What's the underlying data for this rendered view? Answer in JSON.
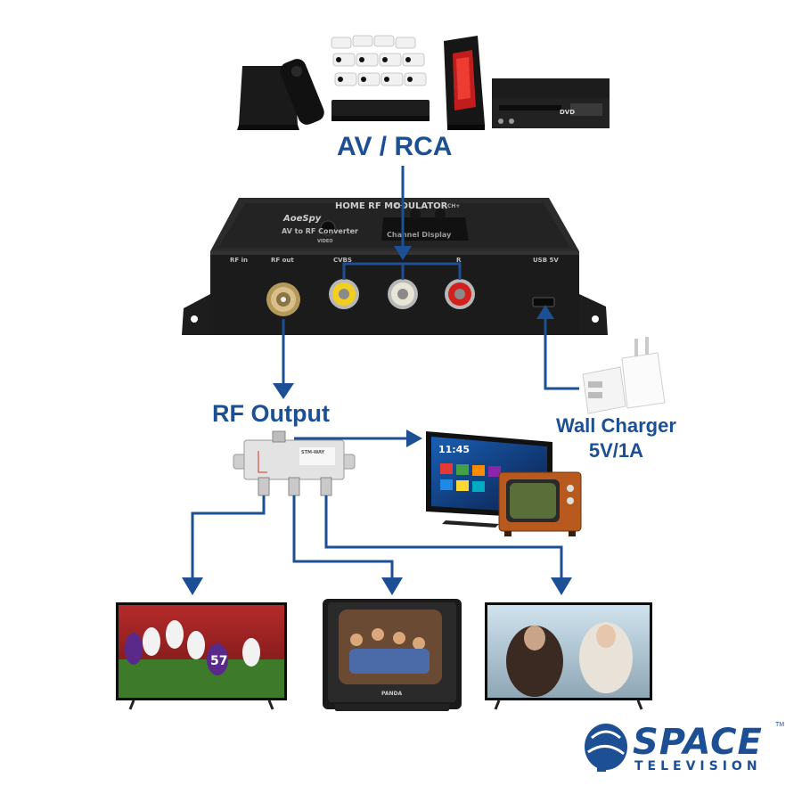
{
  "labels": {
    "av_rca": "AV / RCA",
    "rf_output": "RF Output",
    "wall_charger_line1": "Wall Charger",
    "wall_charger_line2": "5V/1A"
  },
  "device": {
    "title": "HOME RF MODULATOR",
    "brand": "AoeSpy",
    "subtitle": "AV to RF Converter",
    "channel_display": "Channel Display",
    "ports": [
      "RF in",
      "RF out",
      "CVBS",
      "R",
      "USB 5V"
    ],
    "buttons": [
      "CH-",
      "CH+"
    ],
    "video_label": "VIDEO"
  },
  "splitter": {
    "model": "STM-WAY"
  },
  "tv_clock": "11:45",
  "crt_brand": "PANDA",
  "logo": {
    "word1": "SPACE",
    "word2": "TELEVISION",
    "tm": "TM"
  },
  "colors": {
    "accent": "#1c4f93",
    "device": "#1b1b1b",
    "rca_yellow": "#f2cf1f",
    "rca_white": "#e8e4d6",
    "rca_red": "#d2201f"
  }
}
